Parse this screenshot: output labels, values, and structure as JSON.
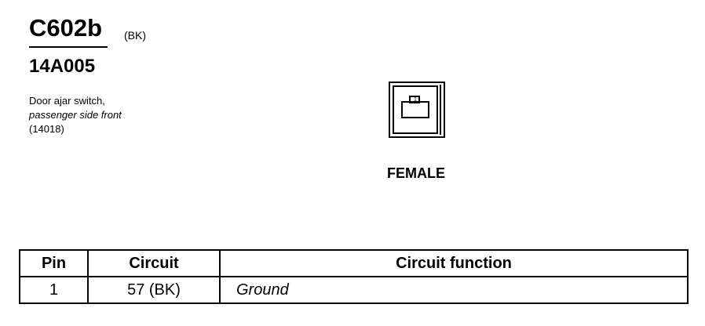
{
  "connector": {
    "id": "C602b",
    "color_code": "(BK)",
    "part_number": "14A005",
    "description": {
      "line1": "Door ajar switch,",
      "line2": "passenger side front",
      "line3": "(14018)"
    },
    "gender": "FEMALE"
  },
  "pin_table": {
    "headers": {
      "pin": "Pin",
      "circuit": "Circuit",
      "function": "Circuit function"
    },
    "rows": [
      {
        "pin": "1",
        "circuit": "57 (BK)",
        "function": "Ground"
      }
    ]
  },
  "icons": {
    "connector": "connector-face-icon"
  }
}
